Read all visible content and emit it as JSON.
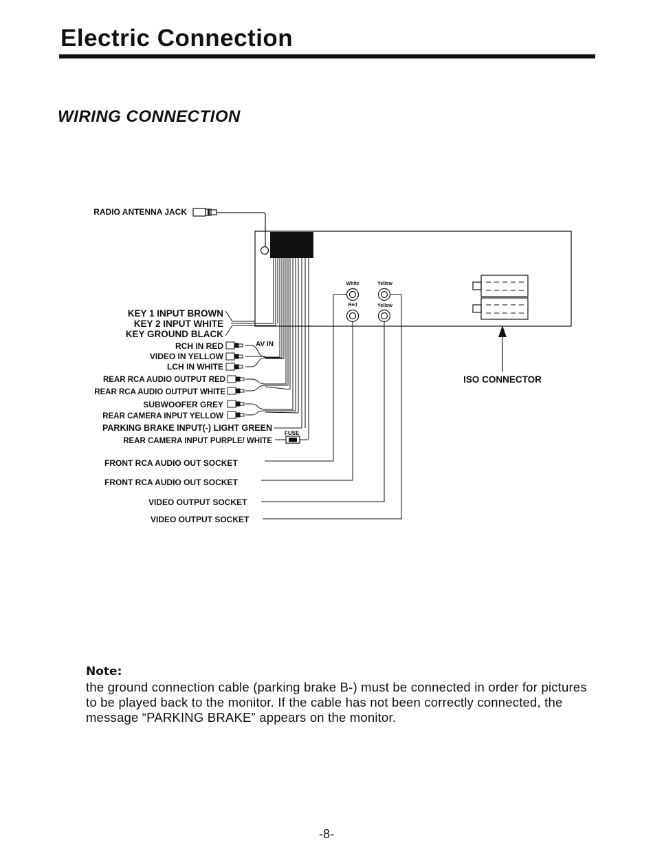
{
  "header": {
    "title": "Electric Connection"
  },
  "section": {
    "title": "WIRING CONNECTION"
  },
  "diagram": {
    "antenna_label": "RADIO ANTENNA JACK",
    "left_labels": {
      "key1": "KEY 1 INPUT  BROWN",
      "key2": "KEY 2 INPUT WHITE",
      "key_ground": "KEY GROUND BLACK",
      "rch": "RCH IN RED",
      "video_in": "VIDEO IN YELLOW",
      "lch": "LCH IN WHITE",
      "rear_red": "REAR RCA AUDIO OUTPUT RED",
      "rear_white": "REAR RCA AUDIO OUTPUT WHITE",
      "subwoofer": "SUBWOOFER GREY",
      "rear_cam_yellow": "REAR CAMERA INPUT YELLOW",
      "parking_brake": "PARKING BRAKE INPUT(-)  LIGHT GREEN",
      "rear_cam_purple": "REAR CAMERA INPUT PURPLE/ WHITE"
    },
    "av_in": "AV IN",
    "fuse": "FUSE",
    "sockets": {
      "white": "White",
      "yellow_top": "Yellow",
      "red": "Red",
      "yellow_bottom": "Yellow"
    },
    "iso_connector": "ISO CONNECTOR",
    "bottom_labels": {
      "front_rca_1": "FRONT RCA AUDIO OUT SOCKET",
      "front_rca_2": "FRONT RCA AUDIO OUT SOCKET",
      "video_out_1": "VIDEO OUTPUT SOCKET",
      "video_out_2": "VIDEO OUTPUT SOCKET"
    }
  },
  "note": {
    "heading": "Note:",
    "body": "the ground connection cable (parking brake B-) must be connected in order for pictures to be played back to the monitor. If the cable has not been correctly connected, the message “PARKING BRAKE” appears on the monitor."
  },
  "footer": {
    "page_number": "-8-"
  }
}
